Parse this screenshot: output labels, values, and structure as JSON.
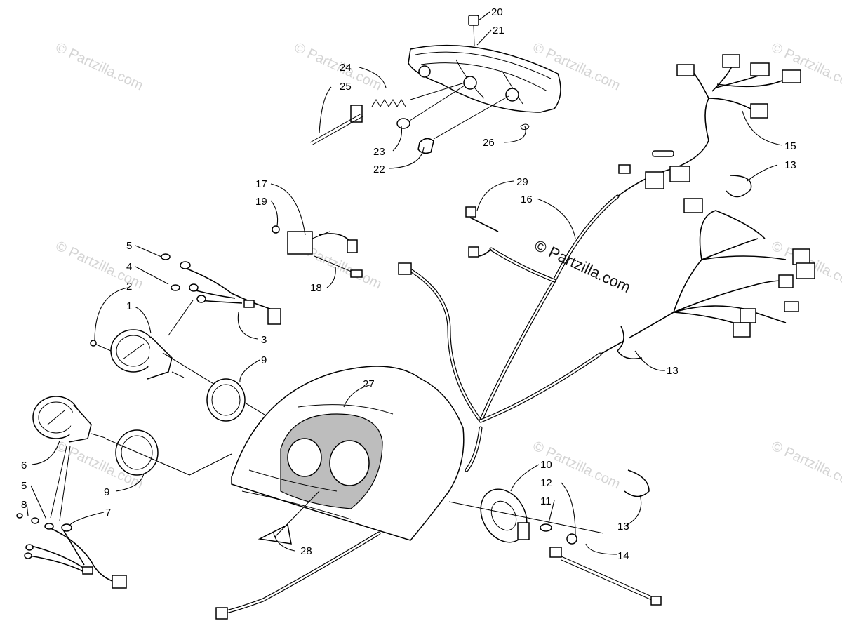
{
  "watermarks": {
    "corner": "© Partzilla.com",
    "center": "© Partzilla.com"
  },
  "callouts": [
    {
      "id": "c20",
      "text": "20"
    },
    {
      "id": "c21",
      "text": "21"
    },
    {
      "id": "c24",
      "text": "24"
    },
    {
      "id": "c25",
      "text": "25"
    },
    {
      "id": "c23",
      "text": "23"
    },
    {
      "id": "c22",
      "text": "22"
    },
    {
      "id": "c26",
      "text": "26"
    },
    {
      "id": "c15",
      "text": "15"
    },
    {
      "id": "c13a",
      "text": "13"
    },
    {
      "id": "c29",
      "text": "29"
    },
    {
      "id": "c16",
      "text": "16"
    },
    {
      "id": "c17",
      "text": "17"
    },
    {
      "id": "c19",
      "text": "19"
    },
    {
      "id": "c18",
      "text": "18"
    },
    {
      "id": "c5a",
      "text": "5"
    },
    {
      "id": "c4",
      "text": "4"
    },
    {
      "id": "c2",
      "text": "2"
    },
    {
      "id": "c1",
      "text": "1"
    },
    {
      "id": "c3",
      "text": "3"
    },
    {
      "id": "c9a",
      "text": "9"
    },
    {
      "id": "c27",
      "text": "27"
    },
    {
      "id": "c13b",
      "text": "13"
    },
    {
      "id": "c6",
      "text": "6"
    },
    {
      "id": "c9b",
      "text": "9"
    },
    {
      "id": "c5b",
      "text": "5"
    },
    {
      "id": "c8",
      "text": "8"
    },
    {
      "id": "c7",
      "text": "7"
    },
    {
      "id": "c10",
      "text": "10"
    },
    {
      "id": "c12",
      "text": "12"
    },
    {
      "id": "c11",
      "text": "11"
    },
    {
      "id": "c13c",
      "text": "13"
    },
    {
      "id": "c14",
      "text": "14"
    },
    {
      "id": "c28",
      "text": "28"
    }
  ],
  "colors": {
    "line": "#000000",
    "watermark": "#d4d4d4",
    "background": "#ffffff"
  }
}
